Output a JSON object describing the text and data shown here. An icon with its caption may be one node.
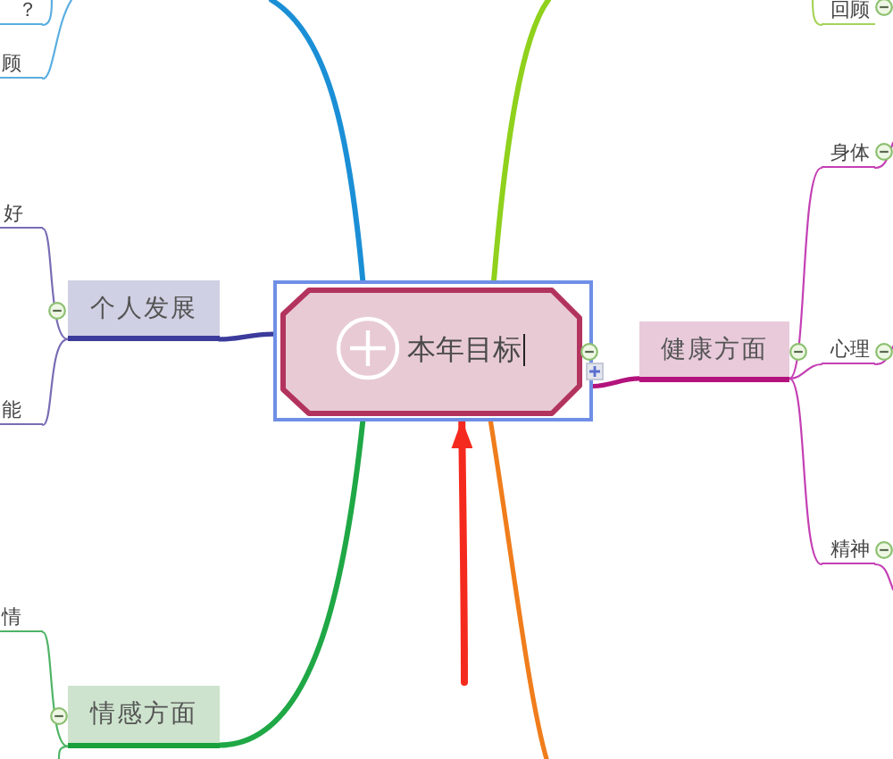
{
  "diagram": {
    "nodes": [
      {
        "text": [
          "本年目标"
        ]
      },
      {
        "text": [
          "个人发展"
        ]
      },
      {
        "text": [
          "健康方面"
        ]
      },
      {
        "text": [
          "情感方面"
        ]
      },
      {
        "text": [
          "？"
        ]
      },
      {
        "text": [
          "顾"
        ]
      },
      {
        "text": [
          "好"
        ]
      },
      {
        "text": [
          "能"
        ]
      },
      {
        "text": [
          "情"
        ]
      },
      {
        "text": [
          "回顾"
        ]
      },
      {
        "text": [
          "身体"
        ]
      },
      {
        "text": [
          "心理"
        ]
      },
      {
        "text": [
          "精神"
        ]
      }
    ],
    "edges": [
      {
        "from": 0,
        "to": 1,
        "arrow": "none",
        "style": "thick",
        "color": "#3b3b9c"
      },
      {
        "from": 0,
        "to": 2,
        "arrow": "none",
        "style": "thick",
        "color": "#b3127c"
      },
      {
        "from": 0,
        "to": 3,
        "arrow": "none",
        "style": "thick",
        "color": "#1fa845"
      },
      {
        "from": 0,
        "to": null,
        "arrow": "none",
        "style": "thick",
        "color": "#1b8fd6"
      },
      {
        "from": 0,
        "to": null,
        "arrow": "none",
        "style": "thick",
        "color": "#8fd11c"
      },
      {
        "from": 0,
        "to": null,
        "arrow": "none",
        "style": "thick",
        "color": "#f07d1c"
      },
      {
        "from": null,
        "to": 0,
        "arrow": "to",
        "style": "thick",
        "color": "#f52a1e"
      },
      {
        "from": 1,
        "to": 6,
        "arrow": "none",
        "color": "#7a6cb4"
      },
      {
        "from": 1,
        "to": 7,
        "arrow": "none",
        "color": "#7a6cb4"
      },
      {
        "from": 2,
        "to": 10,
        "arrow": "none"
      },
      {
        "from": 2,
        "to": 11,
        "arrow": "none"
      },
      {
        "from": 2,
        "to": 12,
        "arrow": "none"
      },
      {
        "from": 3,
        "to": 8,
        "arrow": "none",
        "color": "#4fb466"
      },
      {
        "from": 3,
        "to": null,
        "arrow": "none",
        "color": "#4fb466"
      },
      {
        "from": null,
        "to": 4,
        "arrow": "none",
        "color": "#5aaee0"
      },
      {
        "from": null,
        "to": 5,
        "arrow": "none",
        "color": "#5aaee0"
      },
      {
        "from": null,
        "to": 9,
        "arrow": "none",
        "color": "#a6d45a"
      },
      {
        "from": 10,
        "to": null,
        "arrow": "none"
      },
      {
        "from": 11,
        "to": null,
        "arrow": "none"
      },
      {
        "from": 12,
        "to": null,
        "arrow": "none"
      }
    ]
  }
}
